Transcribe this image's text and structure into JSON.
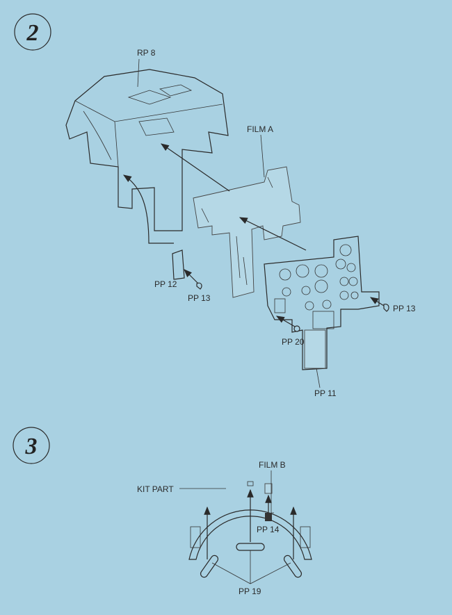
{
  "steps": {
    "step2": {
      "number": "2",
      "labels": {
        "rp8": "RP 8",
        "film_a": "FILM A",
        "pp12": "PP 12",
        "pp13_left": "PP 13",
        "pp13_right": "PP 13",
        "pp20": "PP 20",
        "pp11": "PP 11"
      }
    },
    "step3": {
      "number": "3",
      "labels": {
        "film_b": "FILM B",
        "kit_part": "KIT PART",
        "pp14": "PP 14",
        "pp19": "PP 19"
      }
    }
  },
  "colors": {
    "background": "#a9d1e2",
    "line": "#2a2a2a"
  }
}
